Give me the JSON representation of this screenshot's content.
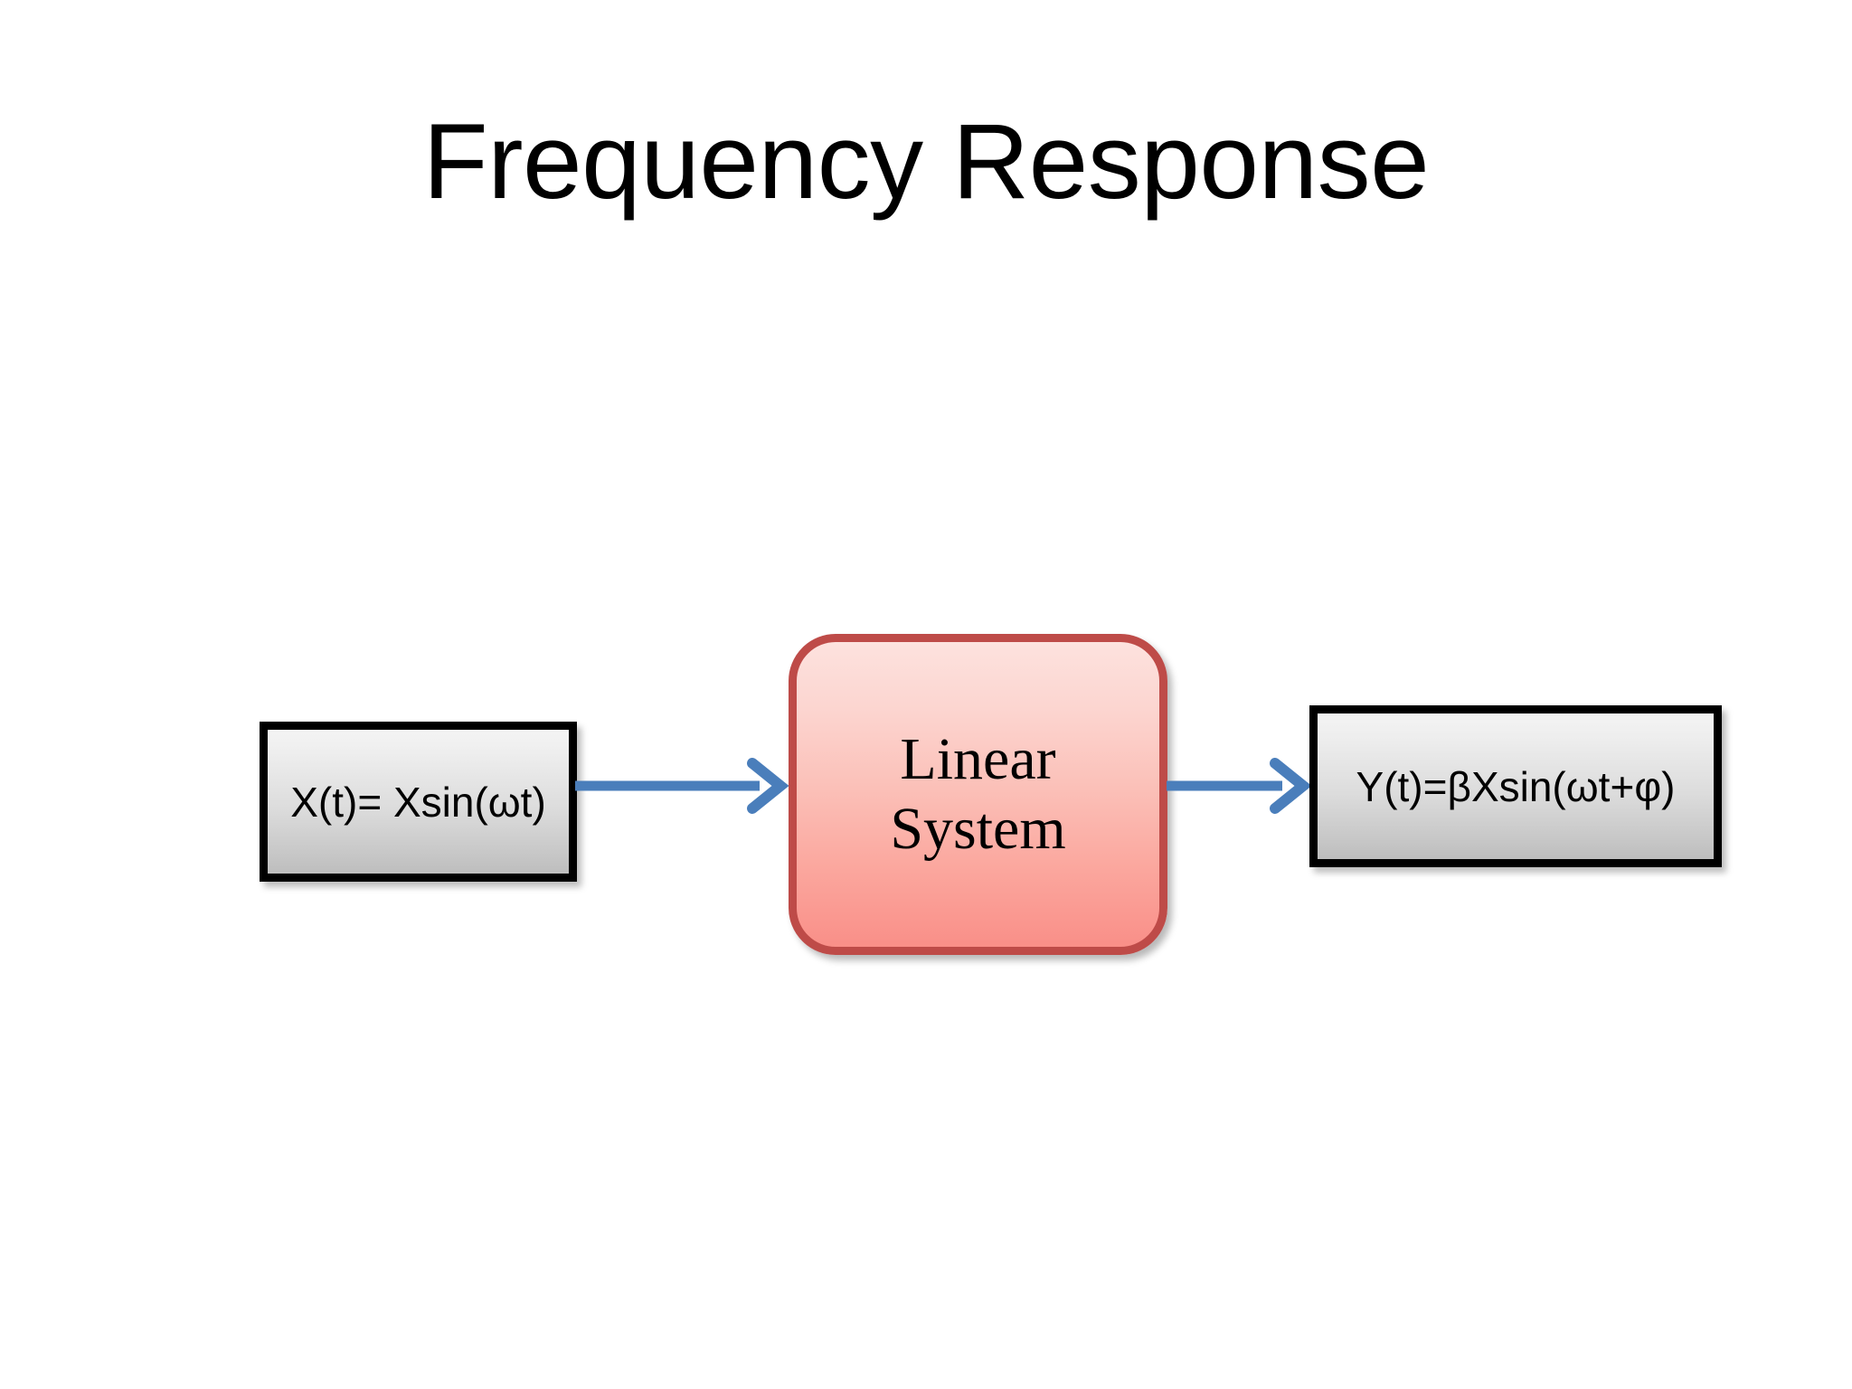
{
  "slide": {
    "title": "Frequency Response",
    "background_color": "#ffffff"
  },
  "diagram": {
    "type": "block-diagram",
    "orientation": "left-to-right",
    "blocks": [
      {
        "id": "input",
        "role": "input-signal",
        "label": "X(t)= Xsin(ωt)",
        "shape": "rectangle",
        "border_color": "#000000",
        "fill_top_color": "#f4f4f4",
        "fill_bottom_color": "#bdbdbd"
      },
      {
        "id": "system",
        "role": "system",
        "label_line1": "Linear",
        "label_line2": "System",
        "shape": "rounded-rectangle",
        "border_color": "#be4b48",
        "fill_top_color": "#fde2de",
        "fill_bottom_color": "#f98f88"
      },
      {
        "id": "output",
        "role": "output-signal",
        "label": "Y(t)=βXsin(ωt+φ)",
        "shape": "rectangle",
        "border_color": "#000000",
        "fill_top_color": "#f4f4f4",
        "fill_bottom_color": "#bdbdbd"
      }
    ],
    "connectors": [
      {
        "id": "input-to-system",
        "from": "input",
        "to": "system",
        "color": "#4a7ebb",
        "style": "open-arrow"
      },
      {
        "id": "system-to-output",
        "from": "system",
        "to": "output",
        "color": "#4a7ebb",
        "style": "open-arrow"
      }
    ]
  }
}
